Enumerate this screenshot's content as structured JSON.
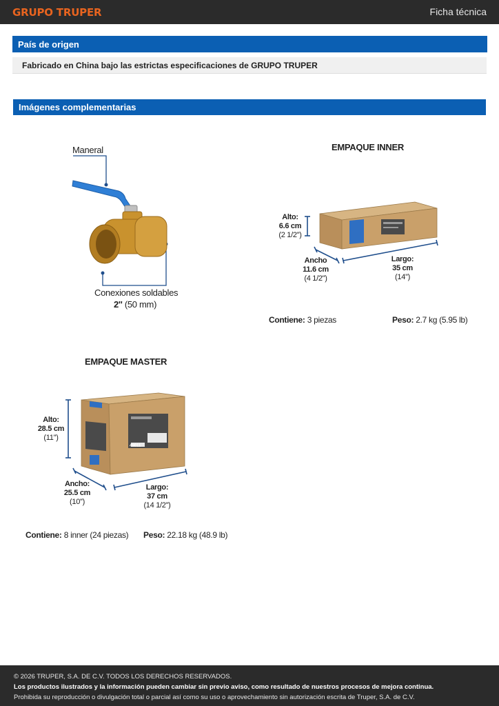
{
  "header": {
    "brand": "GRUPO TRUPER",
    "doc_type": "Ficha técnica"
  },
  "origin": {
    "title": "País de origen",
    "text": "Fabricado en China bajo las estrictas especificaciones de GRUPO TRUPER"
  },
  "images": {
    "title": "Imágenes complementarias"
  },
  "product": {
    "handle_label": "Maneral",
    "connections_label": "Conexiones soldables",
    "connections_size": "2''",
    "connections_size_mm": "(50 mm)"
  },
  "inner": {
    "title": "EMPAQUE INNER",
    "alto_label": "Alto:",
    "alto_cm": "6.6 cm",
    "alto_in": "(2 1/2'')",
    "ancho_label": "Ancho",
    "ancho_cm": "11.6 cm",
    "ancho_in": "(4 1/2'')",
    "largo_label": "Largo:",
    "largo_cm": "35 cm",
    "largo_in": "(14'')",
    "contiene_label": "Contiene:",
    "contiene_value": "3 piezas",
    "peso_label": "Peso:",
    "peso_value": "2.7 kg (5.95 lb)"
  },
  "master": {
    "title": "EMPAQUE MASTER",
    "alto_label": "Alto:",
    "alto_cm": "28.5 cm",
    "alto_in": "(11'')",
    "ancho_label": "Ancho:",
    "ancho_cm": "25.5 cm",
    "ancho_in": "(10'')",
    "largo_label": "Largo:",
    "largo_cm": "37 cm",
    "largo_in": "(14 1/2'')",
    "contiene_label": "Contiene:",
    "contiene_value": "8 inner (24 piezas)",
    "peso_label": "Peso:",
    "peso_value": "22.18 kg (48.9 lb)",
    "box_code": "49011"
  },
  "footer": {
    "copyright": "© 2026 TRUPER, S.A. DE C.V. TODOS LOS DERECHOS RESERVADOS.",
    "notice": "Los productos ilustrados y la información pueden cambiar sin previo aviso, como resultado de nuestros procesos de mejora continua.",
    "prohibition": "Prohibida su reproducción o divulgación total o parcial así como su uso o aprovechamiento sin autorización escrita de Truper, S.A. de C.V."
  },
  "colors": {
    "brand_orange": "#e8641f",
    "section_blue": "#0b5fb3",
    "dim_line_blue": "#1f4e8c",
    "handle_blue": "#2f7fd6",
    "brass": "#c9922e",
    "cardboard": "#c9a06a"
  }
}
